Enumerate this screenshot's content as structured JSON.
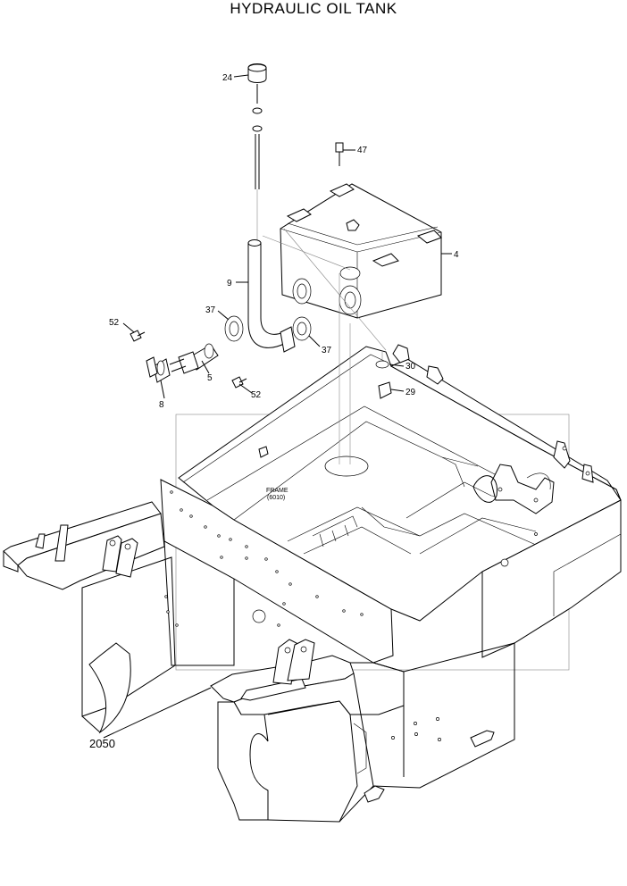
{
  "title": "HYDRAULIC OIL TANK",
  "figure_number": "2050",
  "frame_label": {
    "line1": "FRAME",
    "line2": "(6010)"
  },
  "callouts": {
    "c24": "24",
    "c47": "47",
    "c4": "4",
    "c9": "9",
    "c37a": "37",
    "c37b": "37",
    "c52a": "52",
    "c52b": "52",
    "c5": "5",
    "c8": "8",
    "c30": "30",
    "c29": "29"
  }
}
